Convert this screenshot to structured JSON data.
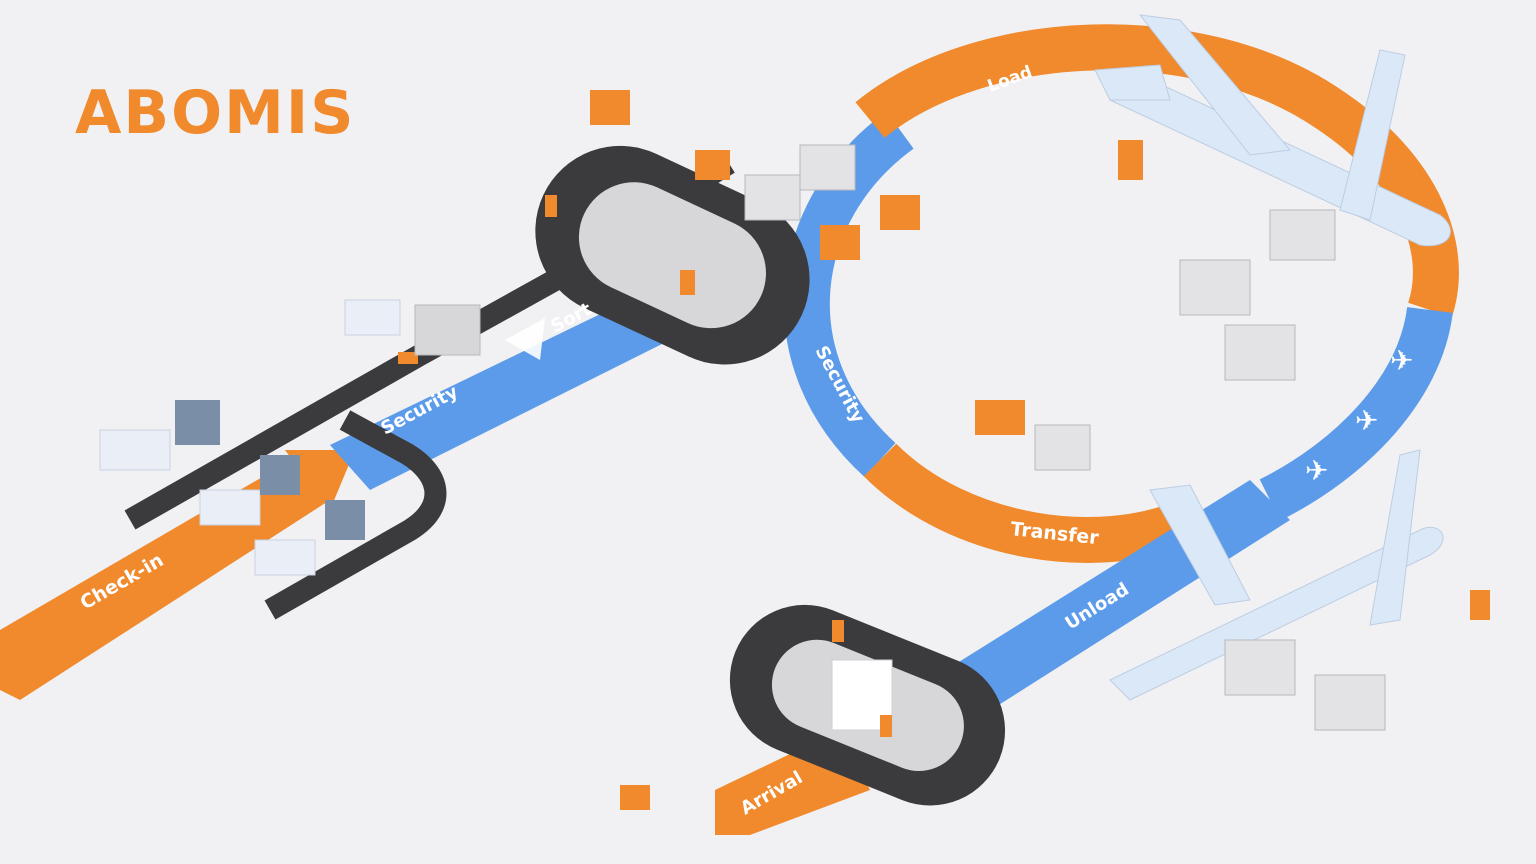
{
  "brand": {
    "logo_text": "ABOMIS",
    "colors": {
      "orange": "#F08A2C",
      "blue": "#5B9BEA",
      "dark": "#3b3b3d",
      "plane": "#dbe8f7",
      "background": "#f1f1f3"
    }
  },
  "stages": {
    "check_in": "Check-in",
    "security_main": "Security",
    "sort": "Sort",
    "load": "Load",
    "security_loop": "Security",
    "transfer": "Transfer",
    "unload": "Unload",
    "arrival": "Arrival"
  },
  "icons": {
    "plane_markers": [
      "airplane-icon",
      "airplane-icon",
      "airplane-icon"
    ],
    "luggage": "suitcase-icon",
    "container": "cargo-container-icon"
  }
}
